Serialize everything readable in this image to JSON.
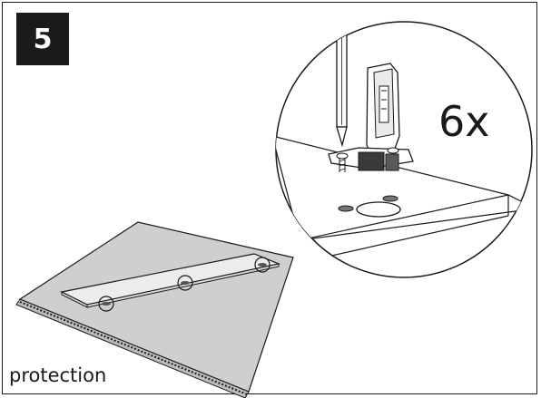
{
  "step": {
    "number": "5"
  },
  "detail": {
    "multiplier": "6x"
  },
  "caption": {
    "protection": "protection"
  },
  "colors": {
    "ink": "#1a1a1a",
    "board": "#cfcfcf",
    "panel": "#e9e9e9",
    "paper": "#ffffff"
  }
}
